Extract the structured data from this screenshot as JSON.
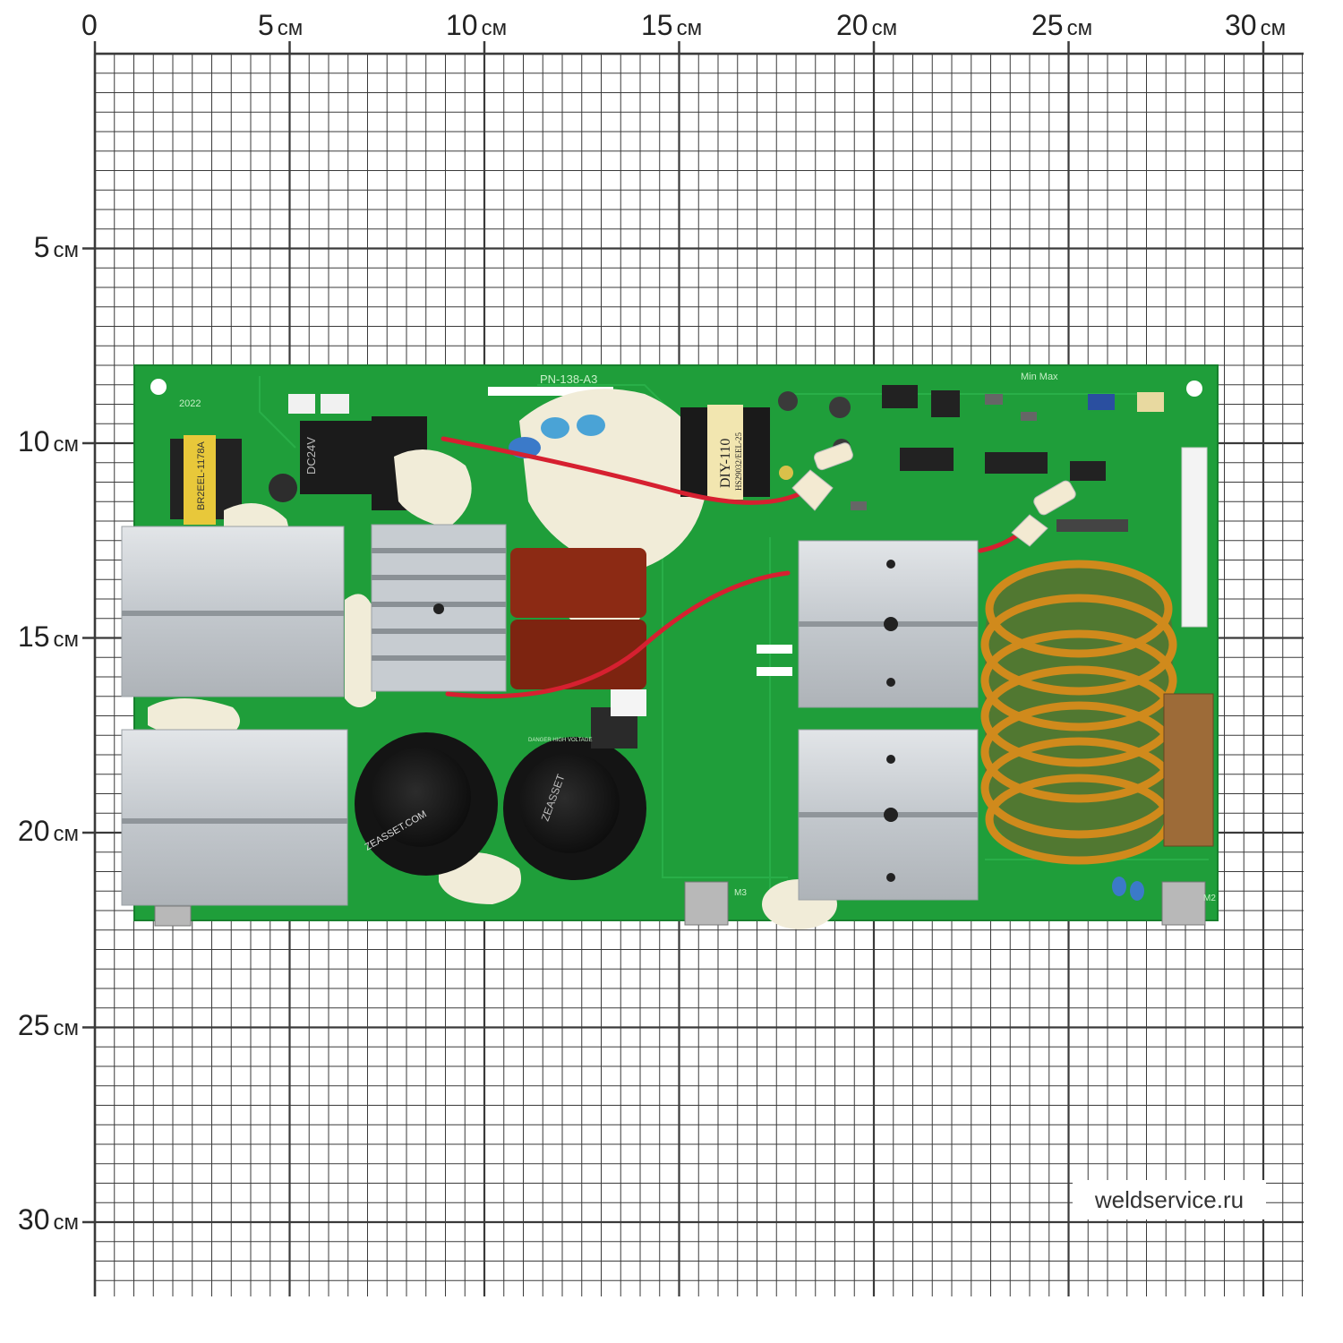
{
  "ruler": {
    "x_labels": [
      {
        "value": "0",
        "unit": ""
      },
      {
        "value": "5",
        "unit": "см"
      },
      {
        "value": "10",
        "unit": "см"
      },
      {
        "value": "15",
        "unit": "см"
      },
      {
        "value": "20",
        "unit": "см"
      },
      {
        "value": "25",
        "unit": "см"
      },
      {
        "value": "30",
        "unit": "см"
      }
    ],
    "y_labels": [
      {
        "value": "5",
        "unit": "см"
      },
      {
        "value": "10",
        "unit": "см"
      },
      {
        "value": "15",
        "unit": "см"
      },
      {
        "value": "20",
        "unit": "см"
      },
      {
        "value": "25",
        "unit": "см"
      },
      {
        "value": "30",
        "unit": "см"
      }
    ]
  },
  "board": {
    "silkscreen_model": "PN-138-A3",
    "silkscreen_year": "2022",
    "transformer_label": "DIY-110",
    "transformer_sub": "HS29032/EEL-25",
    "relay_text": "DC24V",
    "small_transformer_label": "BR2EEL-1178A",
    "cap_brand": "ZEASSET.COM",
    "cap_marking": "ZEASSET",
    "trimmer_label": "Min Max",
    "terminal_m2": "M2",
    "terminal_m3": "M3",
    "danger_text": "DANGER HIGH VOLTAGE"
  },
  "colors": {
    "pcb_green": "#1f9e3a",
    "heatsink": "#c9cdd1",
    "copper_coil": "#d08a1c",
    "capacitor_black": "#1a1a1a",
    "wire_red": "#d62030"
  },
  "watermark": "weldservice.ru"
}
